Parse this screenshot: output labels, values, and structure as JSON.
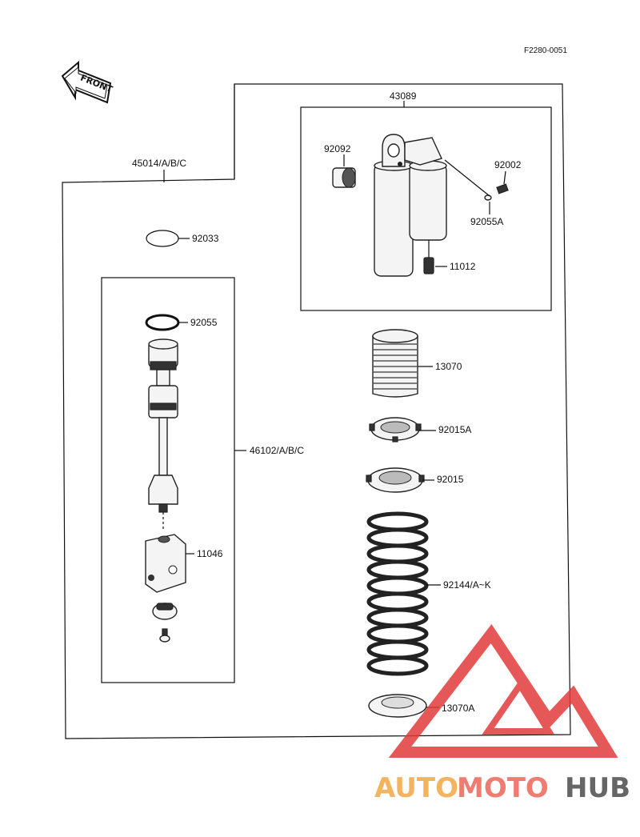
{
  "figure_ref": "F2280-0051",
  "front_label": "FRONT",
  "parts": {
    "p43089": "43089",
    "p45014": "45014/A/B/C",
    "p92092": "92092",
    "p92002": "92002",
    "p92055A": "92055A",
    "p11012": "11012",
    "p92033": "92033",
    "p92055": "92055",
    "p13070": "13070",
    "p92015A": "92015A",
    "p92015": "92015",
    "p46102": "46102/A/B/C",
    "p11046": "11046",
    "p92144": "92144/A~K",
    "p13070A": "13070A"
  },
  "watermark": {
    "part1": "AUTO",
    "part2": "MOTO",
    "part3": "HUB"
  },
  "colors": {
    "watermark_red": "#e23b3b",
    "watermark_orange": "#f4b35e",
    "line": "#111111"
  }
}
